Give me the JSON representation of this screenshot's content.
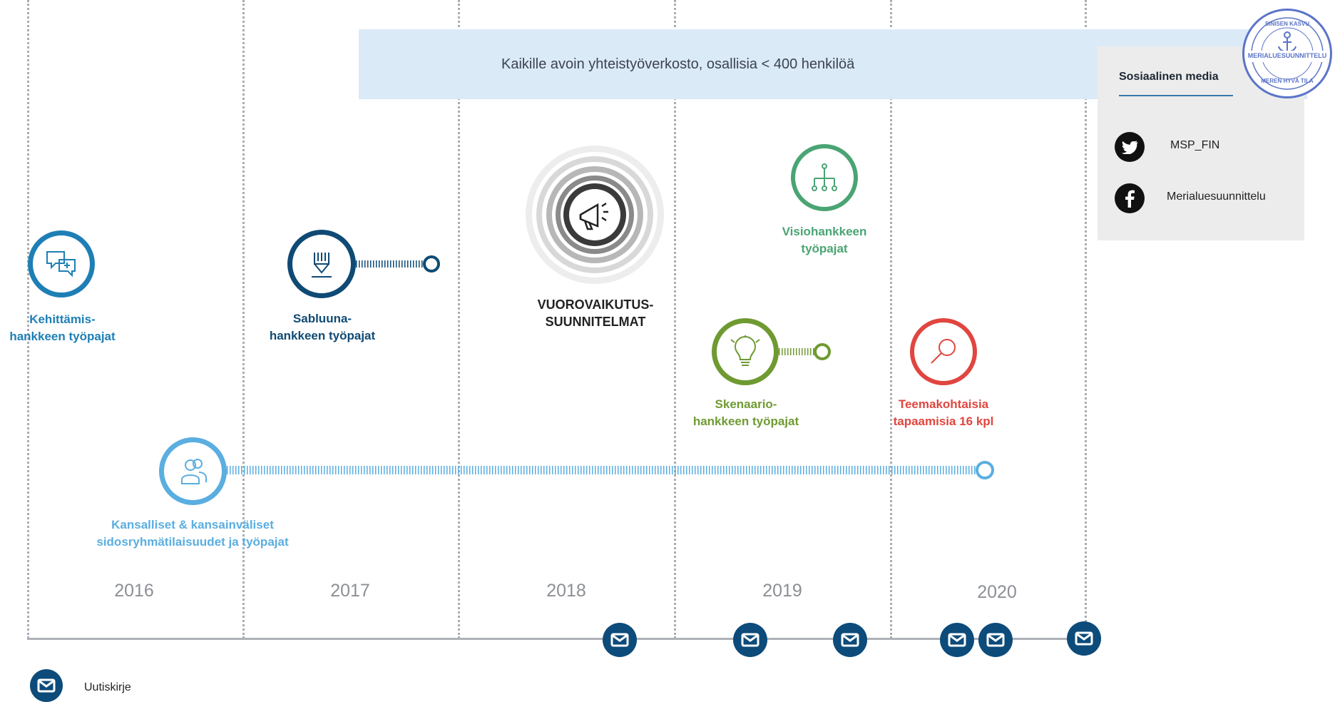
{
  "banner": {
    "text": "Kaikille avoin yhteistyöverkosto, osallisia < 400 henkilöä"
  },
  "years": [
    "2016",
    "2017",
    "2018",
    "2019",
    "2020"
  ],
  "nodes": {
    "kehittamis": {
      "line1": "Kehittämis-",
      "line2": "hankkeen työpajat",
      "icon": "chat-bubbles-icon",
      "color": "#1e7fb5"
    },
    "sabluuna": {
      "line1": "Sabluuna-",
      "line2": "hankkeen työpajat",
      "icon": "pen-nib-icon",
      "color": "#0f4a74"
    },
    "vuorovaikutus": {
      "line1": "VUOROVAIKUTUS-",
      "line2": "SUUNNITELMAT",
      "icon": "megaphone-icon",
      "color": "#222222"
    },
    "visio": {
      "line1": "Visiohankkeen",
      "line2": "työpajat",
      "icon": "hierarchy-icon",
      "color": "#4aa474"
    },
    "skenaario": {
      "line1": "Skenaario-",
      "line2": "hankkeen työpajat",
      "icon": "lightbulb-icon",
      "color": "#6f9a32"
    },
    "teema": {
      "line1": "Teemakohtaisia",
      "line2": "tapaamisia 16 kpl",
      "icon": "magnifier-icon",
      "color": "#e0463f"
    },
    "kansalliset": {
      "line1": "Kansalliset & kansainväliset",
      "line2": "sidosryhmätilaisuudet ja työpajat",
      "icon": "people-icon",
      "color": "#5aaee0"
    }
  },
  "social": {
    "title": "Sosiaalinen media",
    "twitter": {
      "label": "MSP_FIN",
      "icon": "twitter-icon"
    },
    "facebook": {
      "label": "Merialuesuunnittelu",
      "icon": "facebook-icon"
    }
  },
  "stamp": {
    "top": "SINISEN KASVU",
    "middle": "MERIALUESUUNNITTELU",
    "bottom": "MEREN HYVÄ TILA"
  },
  "legend": {
    "label": "Uutiskirje",
    "icon": "mail-icon"
  },
  "colors": {
    "axis": "#aeb2b7",
    "newsletter": "#0d4b7a",
    "banner": "#dbeaf7"
  }
}
